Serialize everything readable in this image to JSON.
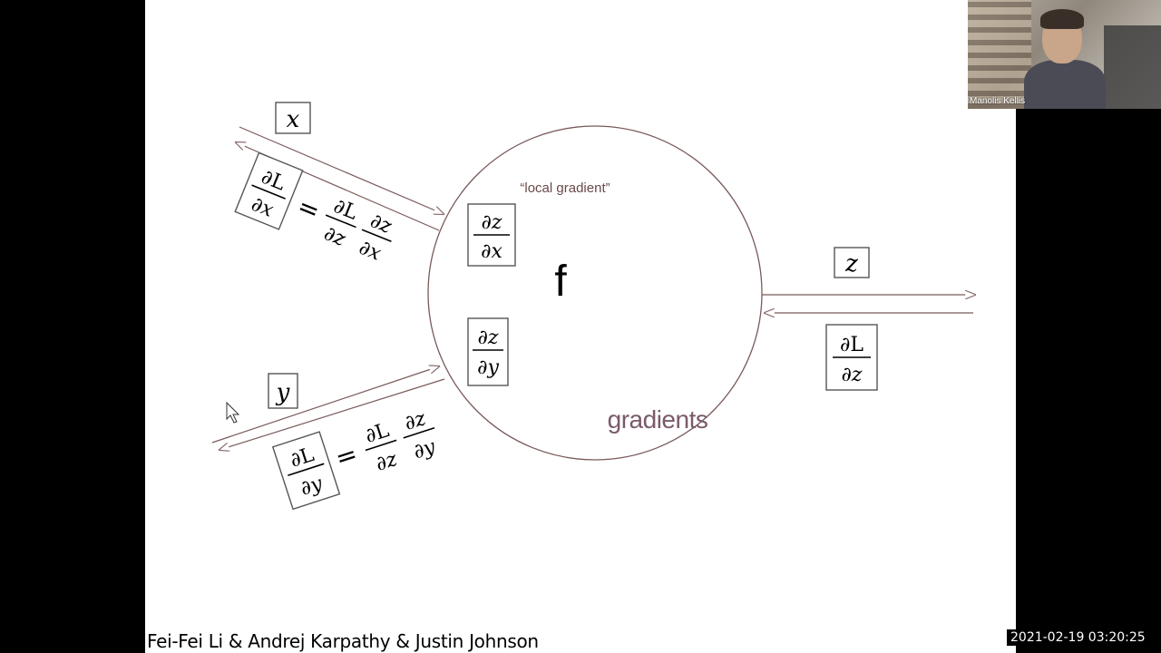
{
  "slide": {
    "input_x": "x",
    "input_y": "y",
    "output_z": "z",
    "node_label": "f",
    "local_gradient_label": "“local gradient”",
    "gradients_label": "gradients",
    "dz_dx": {
      "num": "∂z",
      "den": "∂x"
    },
    "dz_dy": {
      "num": "∂z",
      "den": "∂y"
    },
    "dL_dz": {
      "num": "∂L",
      "den": "∂z"
    },
    "dL_dx": {
      "num": "∂L",
      "den": "∂x"
    },
    "dL_dy": {
      "num": "∂L",
      "den": "∂y"
    },
    "equals": "="
  },
  "credit": "Fei-Fei Li & Andrej Karpathy & Justin Johnson",
  "video": {
    "participant_name": "Manolis Kellis"
  },
  "timestamp": "2021-02-19  03:20:25"
}
